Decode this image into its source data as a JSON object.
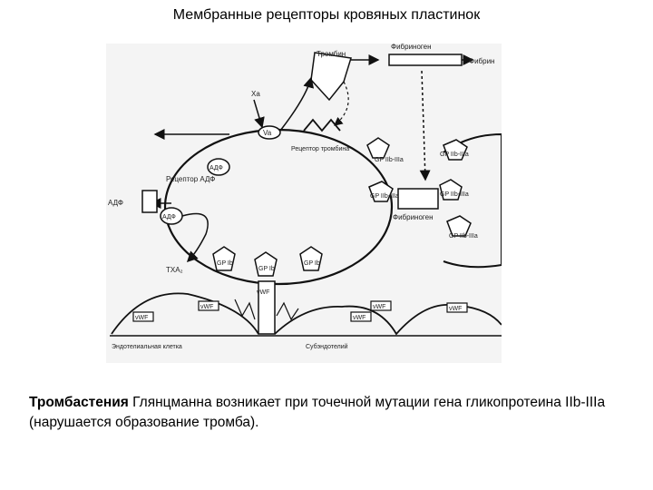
{
  "title": "Мембранные рецепторы кровяных пластинок",
  "diagram": {
    "labels": {
      "thrombin": "Тромбин",
      "fibrinogen_top": "Фибриноген",
      "fibrin": "Фибрин",
      "xa": "Xa",
      "va": "Va",
      "thrombin_receptor": "Рецептор тромбина",
      "adp_receptor": "Рецептор АДФ",
      "adp_inner_1": "АДФ",
      "adp_outer": "АДФ",
      "adp_inner_2": "АДФ",
      "gp_iib_iiia_a": "GP IIb-IIIa",
      "gp_iib_iiia_b": "GP IIb-IIIa",
      "gp_iib_iiia_c": "GP IIb-IIIa",
      "gp_iib_iiia_d": "GP IIb-IIIa",
      "gp_iib_iiia_e": "GP IIb-IIIa",
      "fibrinogen_bridge": "Фибриноген",
      "gp_ib_1": "GP Ib",
      "gp_ib_2": "GP Ib",
      "gp_ib_3": "GP Ib",
      "txa2": "TXA₂",
      "vwf_1": "vWF",
      "vwf_2": "vWF",
      "vwf_3": "vWF",
      "vwf_4": "vWF",
      "vwf_5": "vWF",
      "vwf_6": "vWF",
      "endothelial_cell": "Эндотелиальная клетка",
      "subendothelium": "Субэндотелий"
    }
  },
  "caption": {
    "bold": "Тромбастения",
    "text": " Глянцманна возникает при точечной мутации гена гликопротеина IIb-IIIa (нарушается образование тромба)."
  }
}
